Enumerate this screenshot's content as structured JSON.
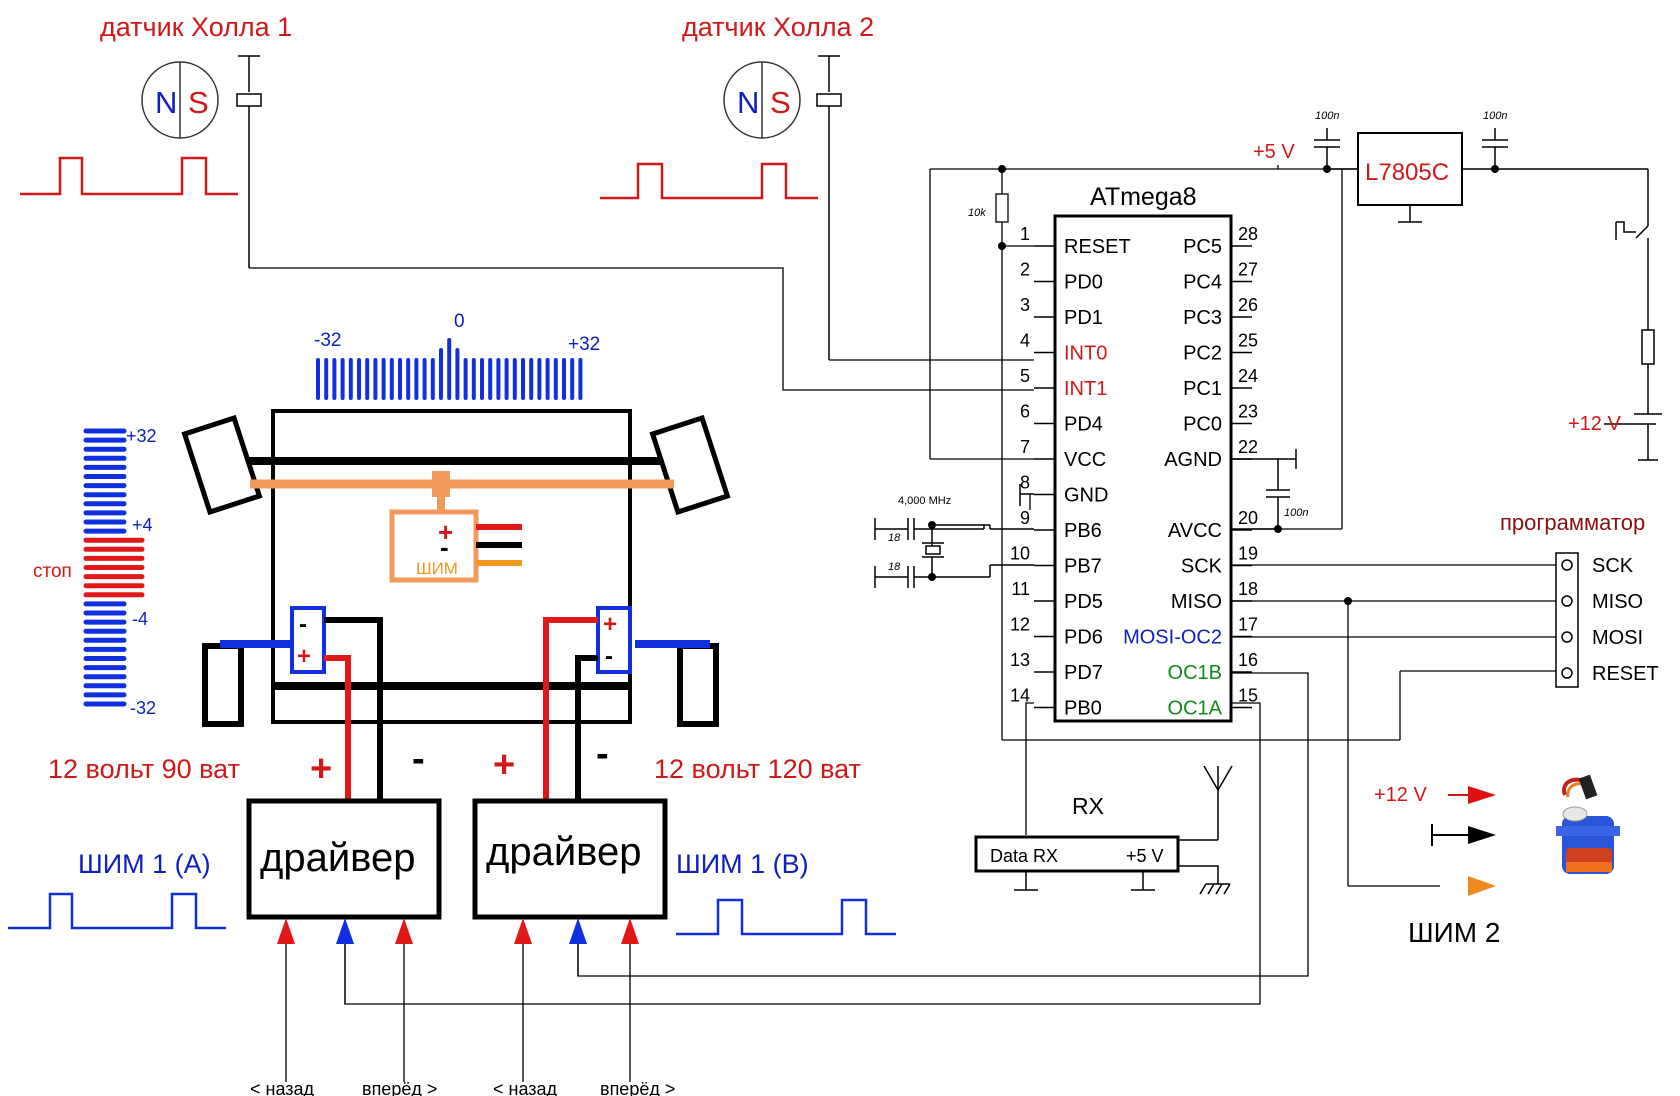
{
  "hall": {
    "sensor1_label": "датчик Холла 1",
    "sensor2_label": "датчик Холла 2",
    "pole_n": "N",
    "pole_s": "S"
  },
  "mcu": {
    "name": "ATmega8",
    "left_pins": [
      {
        "num": "1",
        "name": "RESET",
        "color": "#000000"
      },
      {
        "num": "2",
        "name": "PD0",
        "color": "#000000"
      },
      {
        "num": "3",
        "name": "PD1",
        "color": "#000000"
      },
      {
        "num": "4",
        "name": "INT0",
        "color": "#d01818"
      },
      {
        "num": "5",
        "name": "INT1",
        "color": "#d01818"
      },
      {
        "num": "6",
        "name": "PD4",
        "color": "#000000"
      },
      {
        "num": "7",
        "name": "VCC",
        "color": "#000000"
      },
      {
        "num": "8",
        "name": "GND",
        "color": "#000000"
      },
      {
        "num": "9",
        "name": "PB6",
        "color": "#000000"
      },
      {
        "num": "10",
        "name": "PB7",
        "color": "#000000"
      },
      {
        "num": "11",
        "name": "PD5",
        "color": "#000000"
      },
      {
        "num": "12",
        "name": "PD6",
        "color": "#000000"
      },
      {
        "num": "13",
        "name": "PD7",
        "color": "#000000"
      },
      {
        "num": "14",
        "name": "PB0",
        "color": "#000000"
      }
    ],
    "right_pins": [
      {
        "num": "28",
        "name": "PC5",
        "color": "#000000"
      },
      {
        "num": "27",
        "name": "PC4",
        "color": "#000000"
      },
      {
        "num": "26",
        "name": "PC3",
        "color": "#000000"
      },
      {
        "num": "25",
        "name": "PC2",
        "color": "#000000"
      },
      {
        "num": "24",
        "name": "PC1",
        "color": "#000000"
      },
      {
        "num": "23",
        "name": "PC0",
        "color": "#000000"
      },
      {
        "num": "22",
        "name": "AGND",
        "color": "#000000"
      },
      {
        "num": "",
        "name": "",
        "color": "#000000"
      },
      {
        "num": "20",
        "name": "AVCC",
        "color": "#000000"
      },
      {
        "num": "19",
        "name": "SCK",
        "color": "#000000"
      },
      {
        "num": "18",
        "name": "MISO",
        "color": "#000000"
      },
      {
        "num": "17",
        "name": "MOSI-OC2",
        "color": "#1020c0"
      },
      {
        "num": "16",
        "name": "OC1B",
        "color": "#108a18"
      },
      {
        "num": "15",
        "name": "OC1A",
        "color": "#108a18"
      }
    ]
  },
  "power": {
    "regulator": "L7805C",
    "v5": "+5 V",
    "v12": "+12 V",
    "cap_100n": "100n",
    "res_10k": "10k",
    "crystal": "4,000 MHz",
    "cap_18": "18"
  },
  "programmer": {
    "title": "программатор",
    "pins": [
      "SCK",
      "MISO",
      "MOSI",
      "RESET"
    ]
  },
  "rx": {
    "title": "RX",
    "data_label": "Data RX",
    "v_label": "+5 V"
  },
  "servo": {
    "v12": "+12 V",
    "pwm_label": "ШИМ 2"
  },
  "scale_top": {
    "left": "-32",
    "center": "0",
    "right": "+32"
  },
  "scale_left": {
    "top": "+32",
    "p4": "+4",
    "stop": "стоп",
    "m4": "-4",
    "bottom": "-32"
  },
  "chassis": {
    "plus": "+",
    "minus": "-",
    "pwm": "ШИМ"
  },
  "motors": {
    "left_rating": "12 вольт 90 ват",
    "right_rating": "12 вольт 120 ват",
    "plus": "+",
    "minus": "-"
  },
  "drivers": {
    "label": "драйвер",
    "pwm_a": "ШИМ 1 (А)",
    "pwm_b": "ШИМ 1 (В)",
    "back": "< назад",
    "forward": "вперёд >"
  }
}
